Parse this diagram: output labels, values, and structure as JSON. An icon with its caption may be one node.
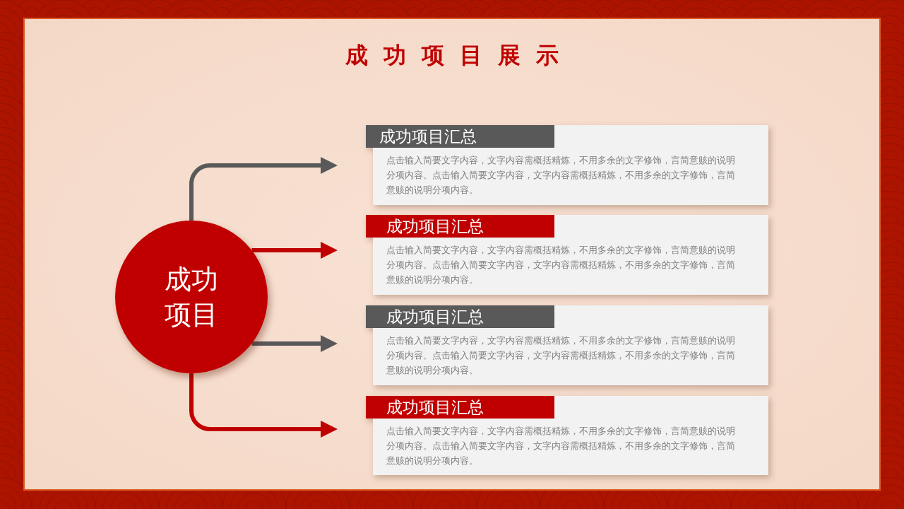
{
  "diagram": {
    "title": "成功项目展示",
    "nodes": [
      {
        "text": [
          "成功项目"
        ]
      },
      {
        "text": [
          "成功项目汇总",
          "点击输入简要文字内容，文字内容需概括精炼，不用多余的文字修饰，言简意赅的说明分项内容。点击输入简要文字内容，文字内容需概括精炼，不用多余的文字修饰，言简意赅的说明分项内容。"
        ]
      },
      {
        "text": [
          "成功项目汇总",
          "点击输入简要文字内容，文字内容需概括精炼，不用多余的文字修饰，言简意赅的说明分项内容。点击输入简要文字内容，文字内容需概括精炼，不用多余的文字修饰，言简意赅的说明分项内容。"
        ]
      },
      {
        "text": [
          "成功项目汇总",
          "点击输入简要文字内容，文字内容需概括精炼，不用多余的文字修饰，言简意赅的说明分项内容。点击输入简要文字内容，文字内容需概括精炼，不用多余的文字修饰，言简意赅的说明分项内容。"
        ]
      },
      {
        "text": [
          "成功项目汇总",
          "点击输入简要文字内容，文字内容需概括精炼，不用多余的文字修饰，言简意赅的说明分项内容。点击输入简要文字内容，文字内容需概括精炼，不用多余的文字修饰，言简意赅的说明分项内容。"
        ]
      }
    ],
    "edges": [
      {
        "from": 0,
        "to": 1,
        "arrow": "to",
        "color": "#595959"
      },
      {
        "from": 0,
        "to": 2,
        "arrow": "to",
        "color": "#c00000"
      },
      {
        "from": 0,
        "to": 3,
        "arrow": "to",
        "color": "#595959"
      },
      {
        "from": 0,
        "to": 4,
        "arrow": "to",
        "color": "#c00000"
      }
    ]
  }
}
